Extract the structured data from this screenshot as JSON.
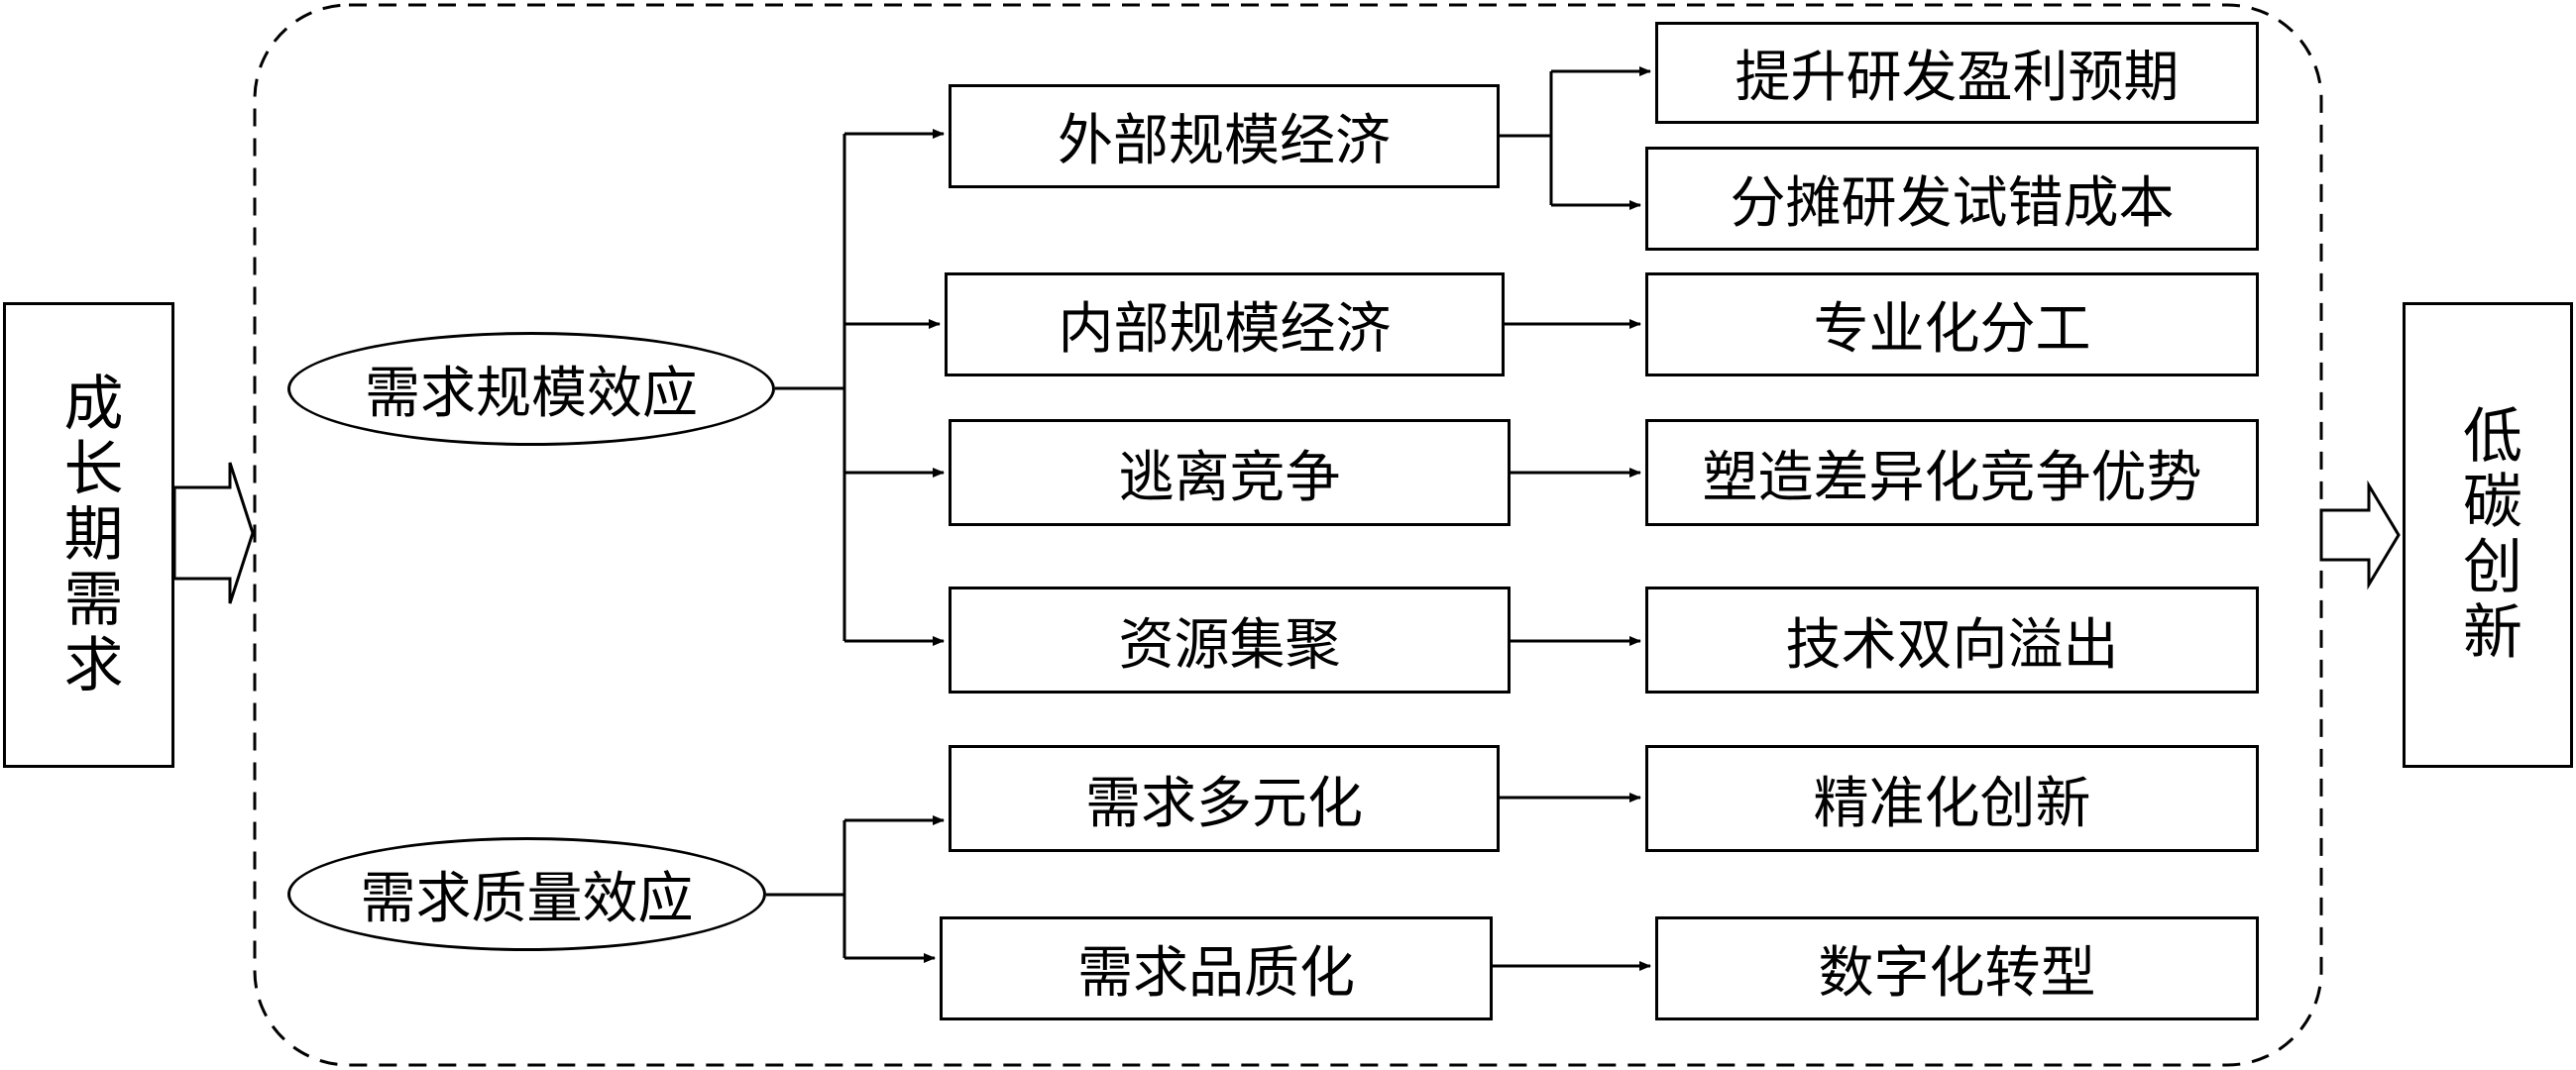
{
  "input": {
    "label": "成长期需求"
  },
  "output": {
    "label": "低碳创新"
  },
  "effects": [
    {
      "label": "需求规模效应"
    },
    {
      "label": "需求质量效应"
    }
  ],
  "mechanisms": [
    {
      "label": "外部规模经济"
    },
    {
      "label": "内部规模经济"
    },
    {
      "label": "逃离竞争"
    },
    {
      "label": "资源集聚"
    },
    {
      "label": "需求多元化"
    },
    {
      "label": "需求品质化"
    }
  ],
  "outcomes": [
    {
      "label": "提升研发盈利预期"
    },
    {
      "label": "分摊研发试错成本"
    },
    {
      "label": "专业化分工"
    },
    {
      "label": "塑造差异化竞争优势"
    },
    {
      "label": "技术双向溢出"
    },
    {
      "label": "精准化创新"
    },
    {
      "label": "数字化转型"
    }
  ]
}
